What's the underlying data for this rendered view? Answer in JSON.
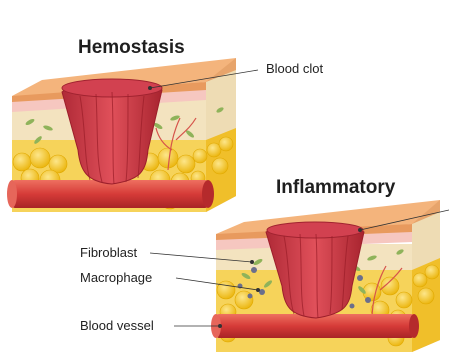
{
  "titles": {
    "hemostasis": "Hemostasis",
    "inflammatory": "Inflammatory"
  },
  "labels": {
    "blood_clot": "Blood clot",
    "fibroblast": "Fibroblast",
    "macrophage": "Macrophage",
    "blood_vessel": "Blood vessel"
  },
  "colors": {
    "skin_top": "#f4b47c",
    "skin_side": "#e89a5e",
    "dermis": "#f3e3bf",
    "fat": "#f6c51c",
    "clot": "#cf3d4a",
    "vessel": "#d8403e"
  }
}
